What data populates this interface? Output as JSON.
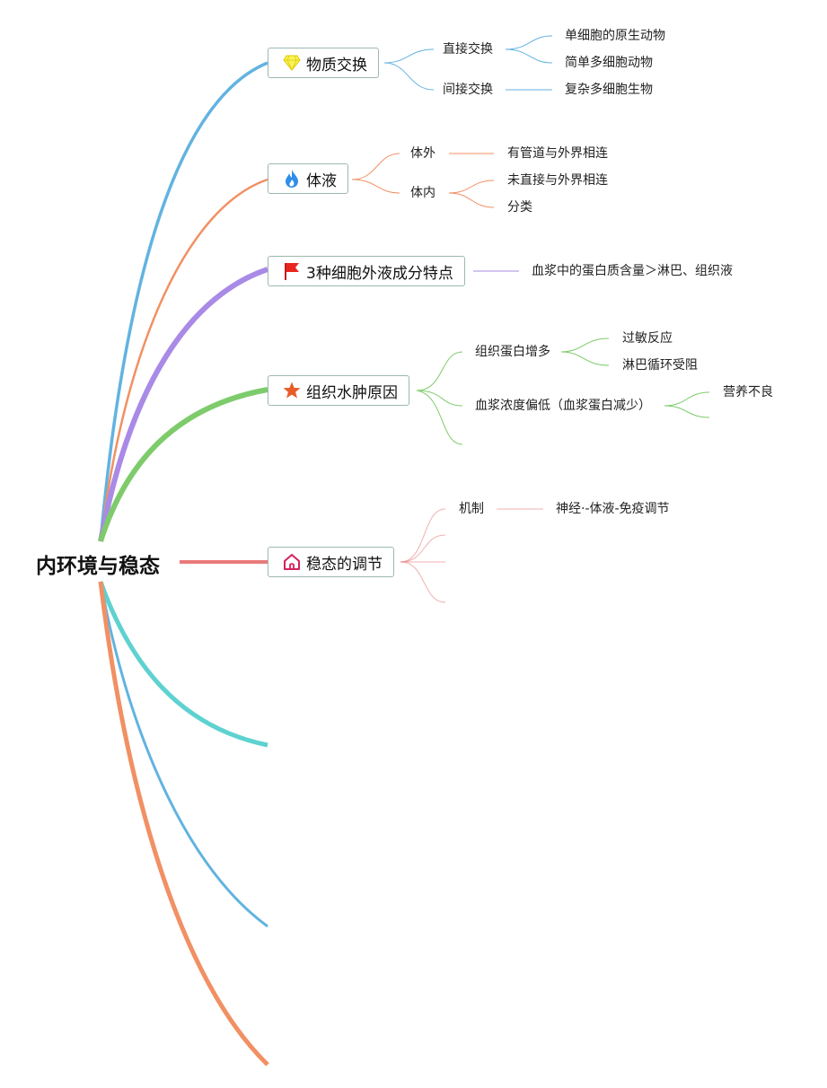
{
  "root": {
    "title": "内环境与稳态"
  },
  "branches": [
    {
      "label": "物质交换",
      "icon": "diamond-icon",
      "color": "#62b3e0",
      "children": [
        {
          "label": "直接交换",
          "children": [
            "单细胞的原生动物",
            "简单多细胞动物"
          ]
        },
        {
          "label": "间接交换",
          "children": [
            "复杂多细胞生物"
          ]
        }
      ]
    },
    {
      "label": "体液",
      "icon": "flame-icon",
      "color": "#f19064",
      "children": [
        {
          "label": "体外",
          "children": [
            "有管道与外界相连"
          ]
        },
        {
          "label": "体内",
          "children": [
            "未直接与外界相连",
            "分类"
          ]
        }
      ]
    },
    {
      "label": "3种细胞外液成分特点",
      "icon": "flag-icon",
      "color": "#a98ae6",
      "children": [
        {
          "label": "血浆中的蛋白质含量＞淋巴、组织液"
        }
      ]
    },
    {
      "label": "组织水肿原因",
      "icon": "star-icon",
      "color": "#7ecb6b",
      "children": [
        {
          "label": "组织蛋白增多",
          "children": [
            "过敏反应",
            "淋巴循环受阻"
          ]
        },
        {
          "label": "血浆浓度偏低（血浆蛋白减少）",
          "children": [
            "营养不良",
            ""
          ]
        },
        {
          "label": ""
        }
      ]
    },
    {
      "label": "稳态的调节",
      "icon": "home-icon",
      "color": "#ea7a7a",
      "children": [
        {
          "label": "机制",
          "children": [
            "神经·-体液-免疫调节"
          ]
        },
        {
          "label": ""
        },
        {
          "label": ""
        },
        {
          "label": ""
        }
      ]
    },
    {
      "label": "",
      "color": "#5ed2d0"
    },
    {
      "label": "",
      "color": "#62b3e0"
    },
    {
      "label": "",
      "color": "#f19064"
    }
  ]
}
